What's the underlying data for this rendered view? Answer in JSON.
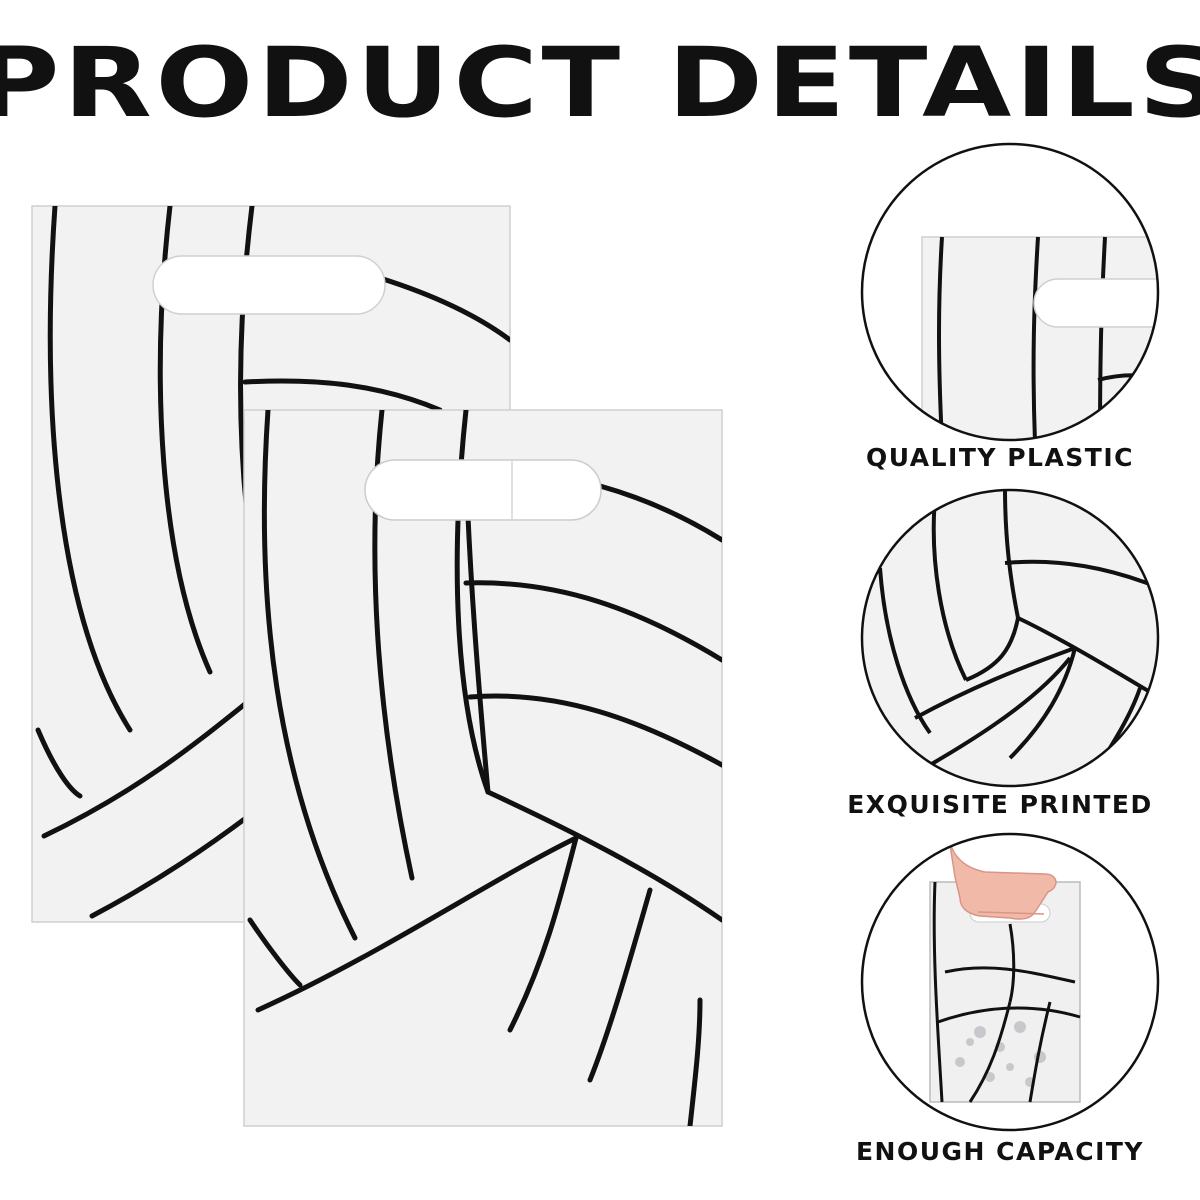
{
  "title": "PRODUCT DETAILS",
  "colors": {
    "bag_fill": "#f2f2f2",
    "stripe": "#111111",
    "background": "#ffffff"
  },
  "features": [
    {
      "label": "QUALITY PLASTIC",
      "icon": "bag-edge-closeup-icon"
    },
    {
      "label": "EXQUISITE PRINTED",
      "icon": "volleyball-print-closeup-icon"
    },
    {
      "label": "ENOUGH CAPACITY",
      "icon": "hand-holding-filled-bag-icon"
    }
  ]
}
